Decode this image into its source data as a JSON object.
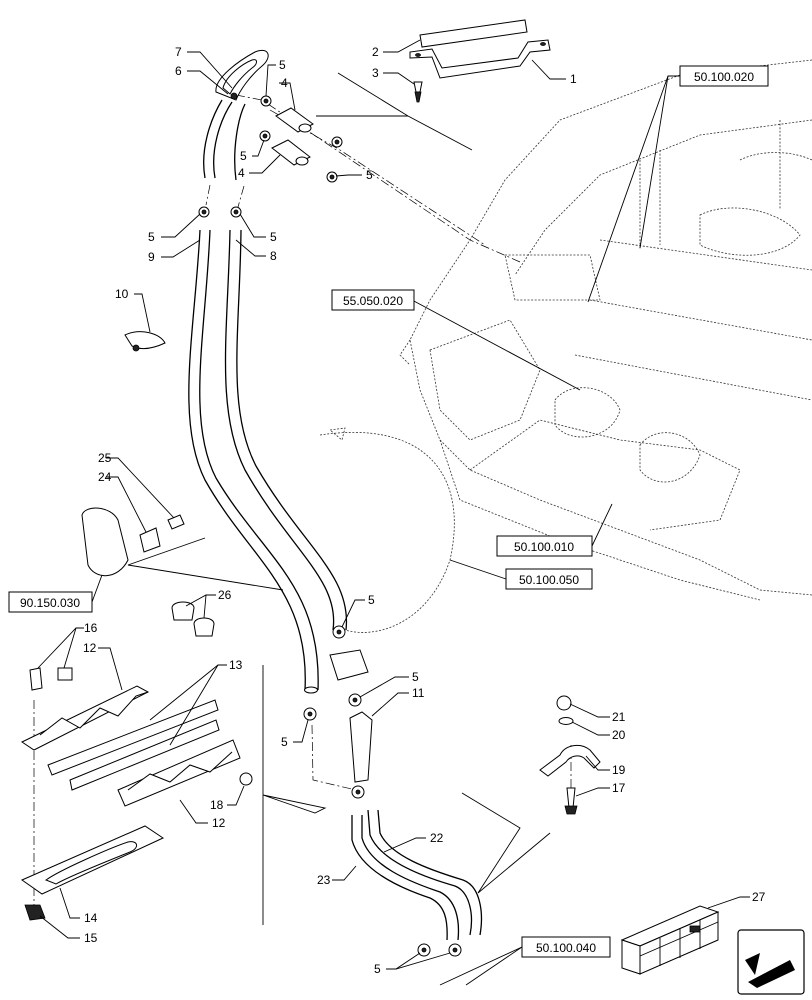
{
  "callouts": {
    "c1": "1",
    "c2": "2",
    "c3": "3",
    "c4a": "4",
    "c4b": "4",
    "c5a": "5",
    "c5b": "5",
    "c5c": "5",
    "c5d": "5",
    "c5e": "5",
    "c5f": "5",
    "c5g": "5",
    "c5h": "5",
    "c5i": "5",
    "c5j": "5",
    "c6": "6",
    "c7": "7",
    "c8": "8",
    "c9": "9",
    "c10": "10",
    "c11": "11",
    "c12a": "12",
    "c12b": "12",
    "c13": "13",
    "c14": "14",
    "c15": "15",
    "c16": "16",
    "c17": "17",
    "c18": "18",
    "c19": "19",
    "c20": "20",
    "c21": "21",
    "c22": "22",
    "c23": "23",
    "c24": "24",
    "c25": "25",
    "c26": "26",
    "c27": "27"
  },
  "references": {
    "r_50100020": "50.100.020",
    "r_55050020": "55.050.020",
    "r_50100010": "50.100.010",
    "r_50100050": "50.100.050",
    "r_90150030": "90.150.030",
    "r_50100040": "50.100.040"
  },
  "nav_icon": "next-page-arrow-icon"
}
